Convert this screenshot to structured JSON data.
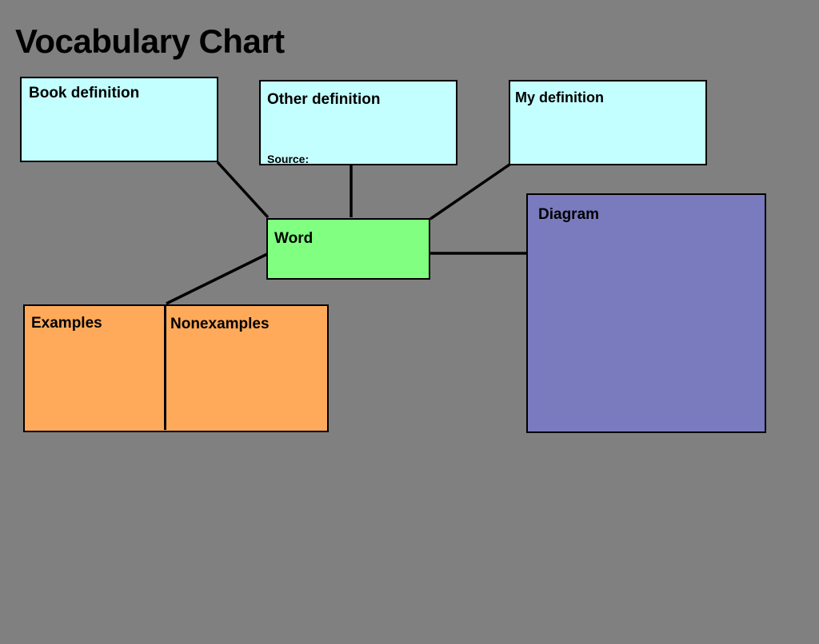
{
  "title": "Vocabulary Chart",
  "boxes": {
    "book_definition": {
      "label": "Book definition",
      "color": "#c4ffff"
    },
    "other_definition": {
      "label": "Other definition",
      "source_label": "Source:",
      "color": "#c4ffff"
    },
    "my_definition": {
      "label": "My definition",
      "color": "#c4ffff"
    },
    "word": {
      "label": "Word",
      "color": "#80ff80"
    },
    "diagram": {
      "label": "Diagram",
      "color": "#7a7abf"
    },
    "examples": {
      "label": "Examples",
      "color": "#ffaa5a"
    },
    "nonexamples": {
      "label": "Nonexamples",
      "color": "#ffaa5a"
    }
  },
  "background_color": "#808080"
}
